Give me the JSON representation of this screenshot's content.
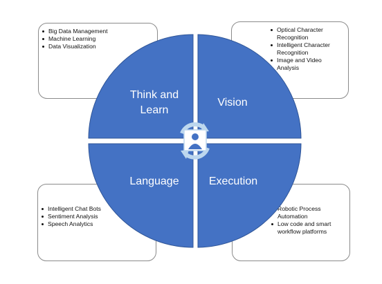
{
  "quadrants": {
    "think_and_learn": {
      "line1": "Think and",
      "line2": "Learn"
    },
    "vision": {
      "label": "Vision"
    },
    "language": {
      "label": "Language"
    },
    "execution": {
      "label": "Execution"
    }
  },
  "callouts": {
    "top_left": [
      "Big Data Management",
      "Machine Learning",
      "Data Visualization"
    ],
    "top_right": [
      "Optical Character Recognition",
      "Intelligent Character Recognition",
      "Image and Video Analysis"
    ],
    "bottom_left": [
      "Intelligent Chat Bots",
      "Sentiment  Analysis",
      "Speech Analytics"
    ],
    "bottom_right": [
      "Robotic Process Automation",
      "Low code and smart workflow platforms"
    ]
  },
  "center_icon": "person-cycle-icon",
  "colors": {
    "quadrant_fill": "#4472C4",
    "quadrant_stroke": "#2F5597",
    "quadrant_text": "#FFFFFF",
    "box_border": "#8A8A8A",
    "icon_ring": "#BDD7EE",
    "icon_person": "#4472C4"
  }
}
